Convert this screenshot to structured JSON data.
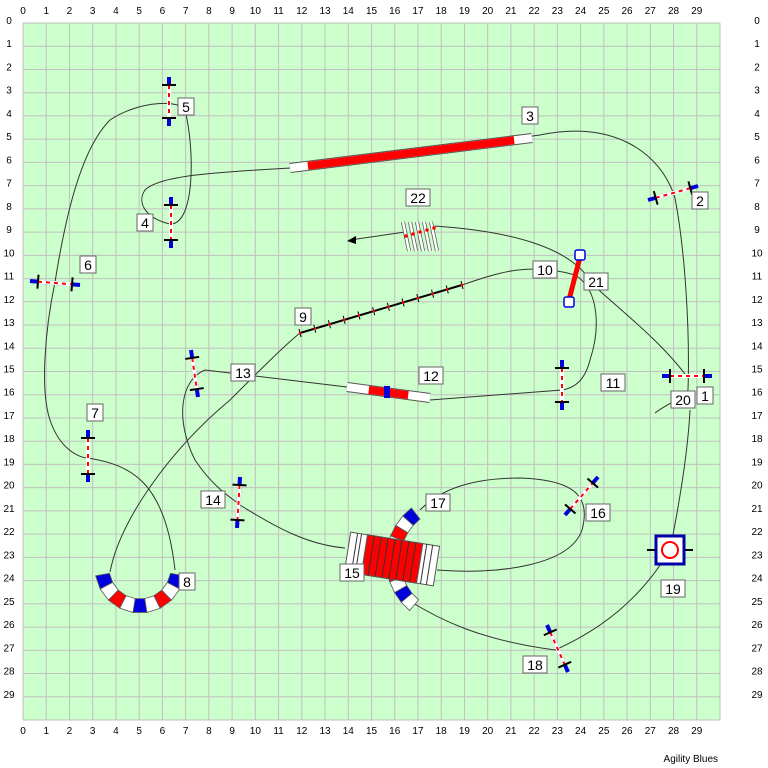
{
  "course": {
    "title": "Agility Blues",
    "x_labels": [
      "0",
      "1",
      "2",
      "3",
      "4",
      "5",
      "6",
      "7",
      "8",
      "9",
      "10",
      "11",
      "12",
      "13",
      "14",
      "15",
      "16",
      "17",
      "18",
      "19",
      "20",
      "21",
      "22",
      "23",
      "24",
      "25",
      "26",
      "27",
      "28",
      "29"
    ],
    "y_labels": [
      "0",
      "1",
      "2",
      "3",
      "4",
      "5",
      "6",
      "7",
      "8",
      "9",
      "10",
      "11",
      "12",
      "13",
      "14",
      "15",
      "16",
      "17",
      "18",
      "19",
      "20",
      "21",
      "22",
      "23",
      "24",
      "25",
      "26",
      "27",
      "28",
      "29"
    ],
    "obstacle_numbers": [
      "1",
      "2",
      "3",
      "4",
      "5",
      "6",
      "7",
      "8",
      "9",
      "10",
      "11",
      "12",
      "13",
      "14",
      "15",
      "16",
      "17",
      "18",
      "19",
      "20",
      "21",
      "22"
    ]
  },
  "colors": {
    "field": "#ccffcc",
    "grid": "#c0c0c0",
    "red": "#ff0000",
    "blue": "#0000dd",
    "path": "#333333"
  }
}
